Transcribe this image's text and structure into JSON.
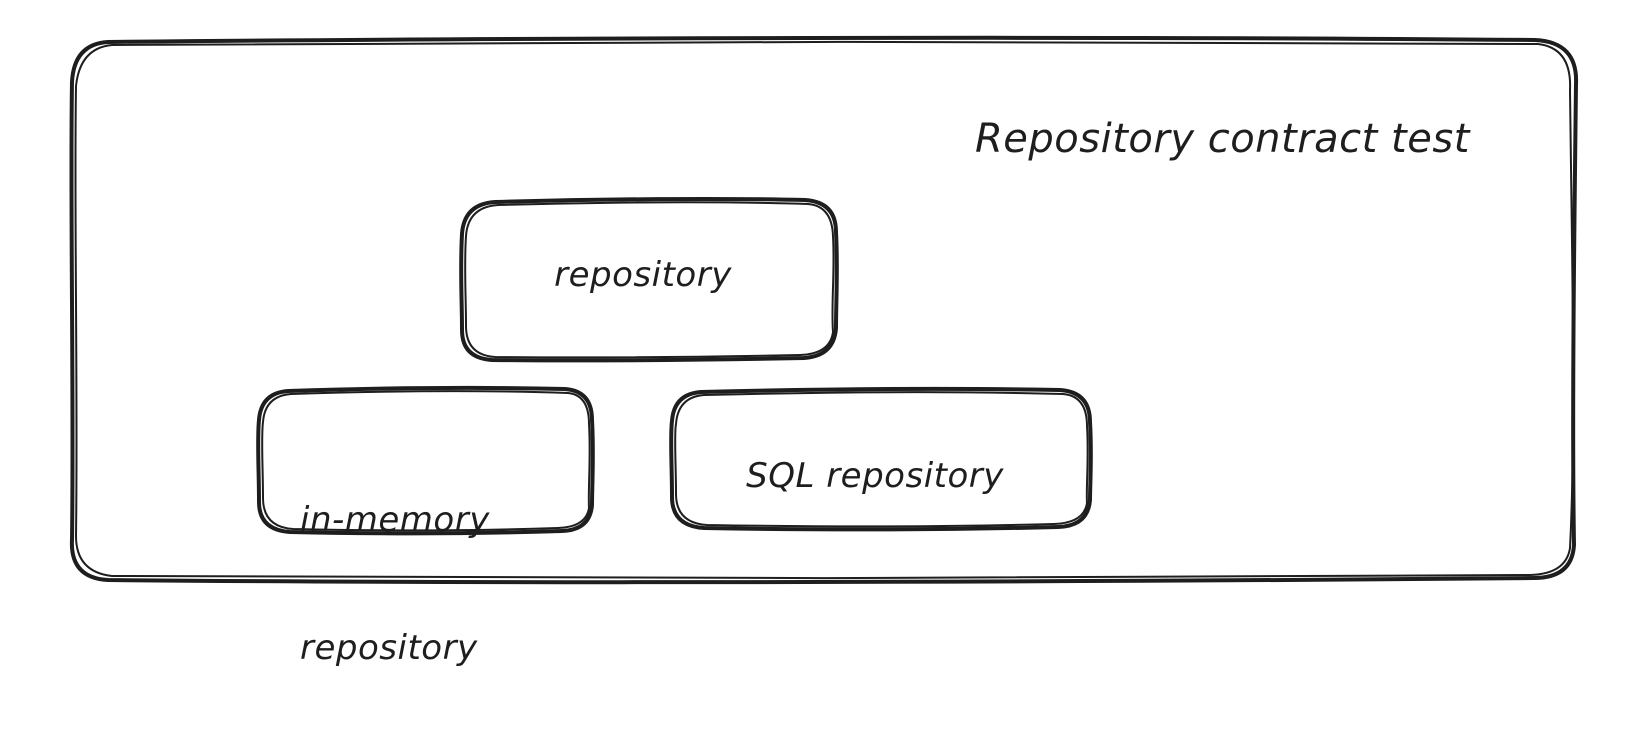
{
  "diagram": {
    "title": "Repository contract test",
    "stroke_color": "#1e1e1e",
    "background_color": "#ffffff",
    "nodes": {
      "repository": {
        "label": "repository"
      },
      "in_memory": {
        "label_line1": "in-memory",
        "label_line2": "repository"
      },
      "sql": {
        "label": "SQL repository"
      }
    }
  }
}
